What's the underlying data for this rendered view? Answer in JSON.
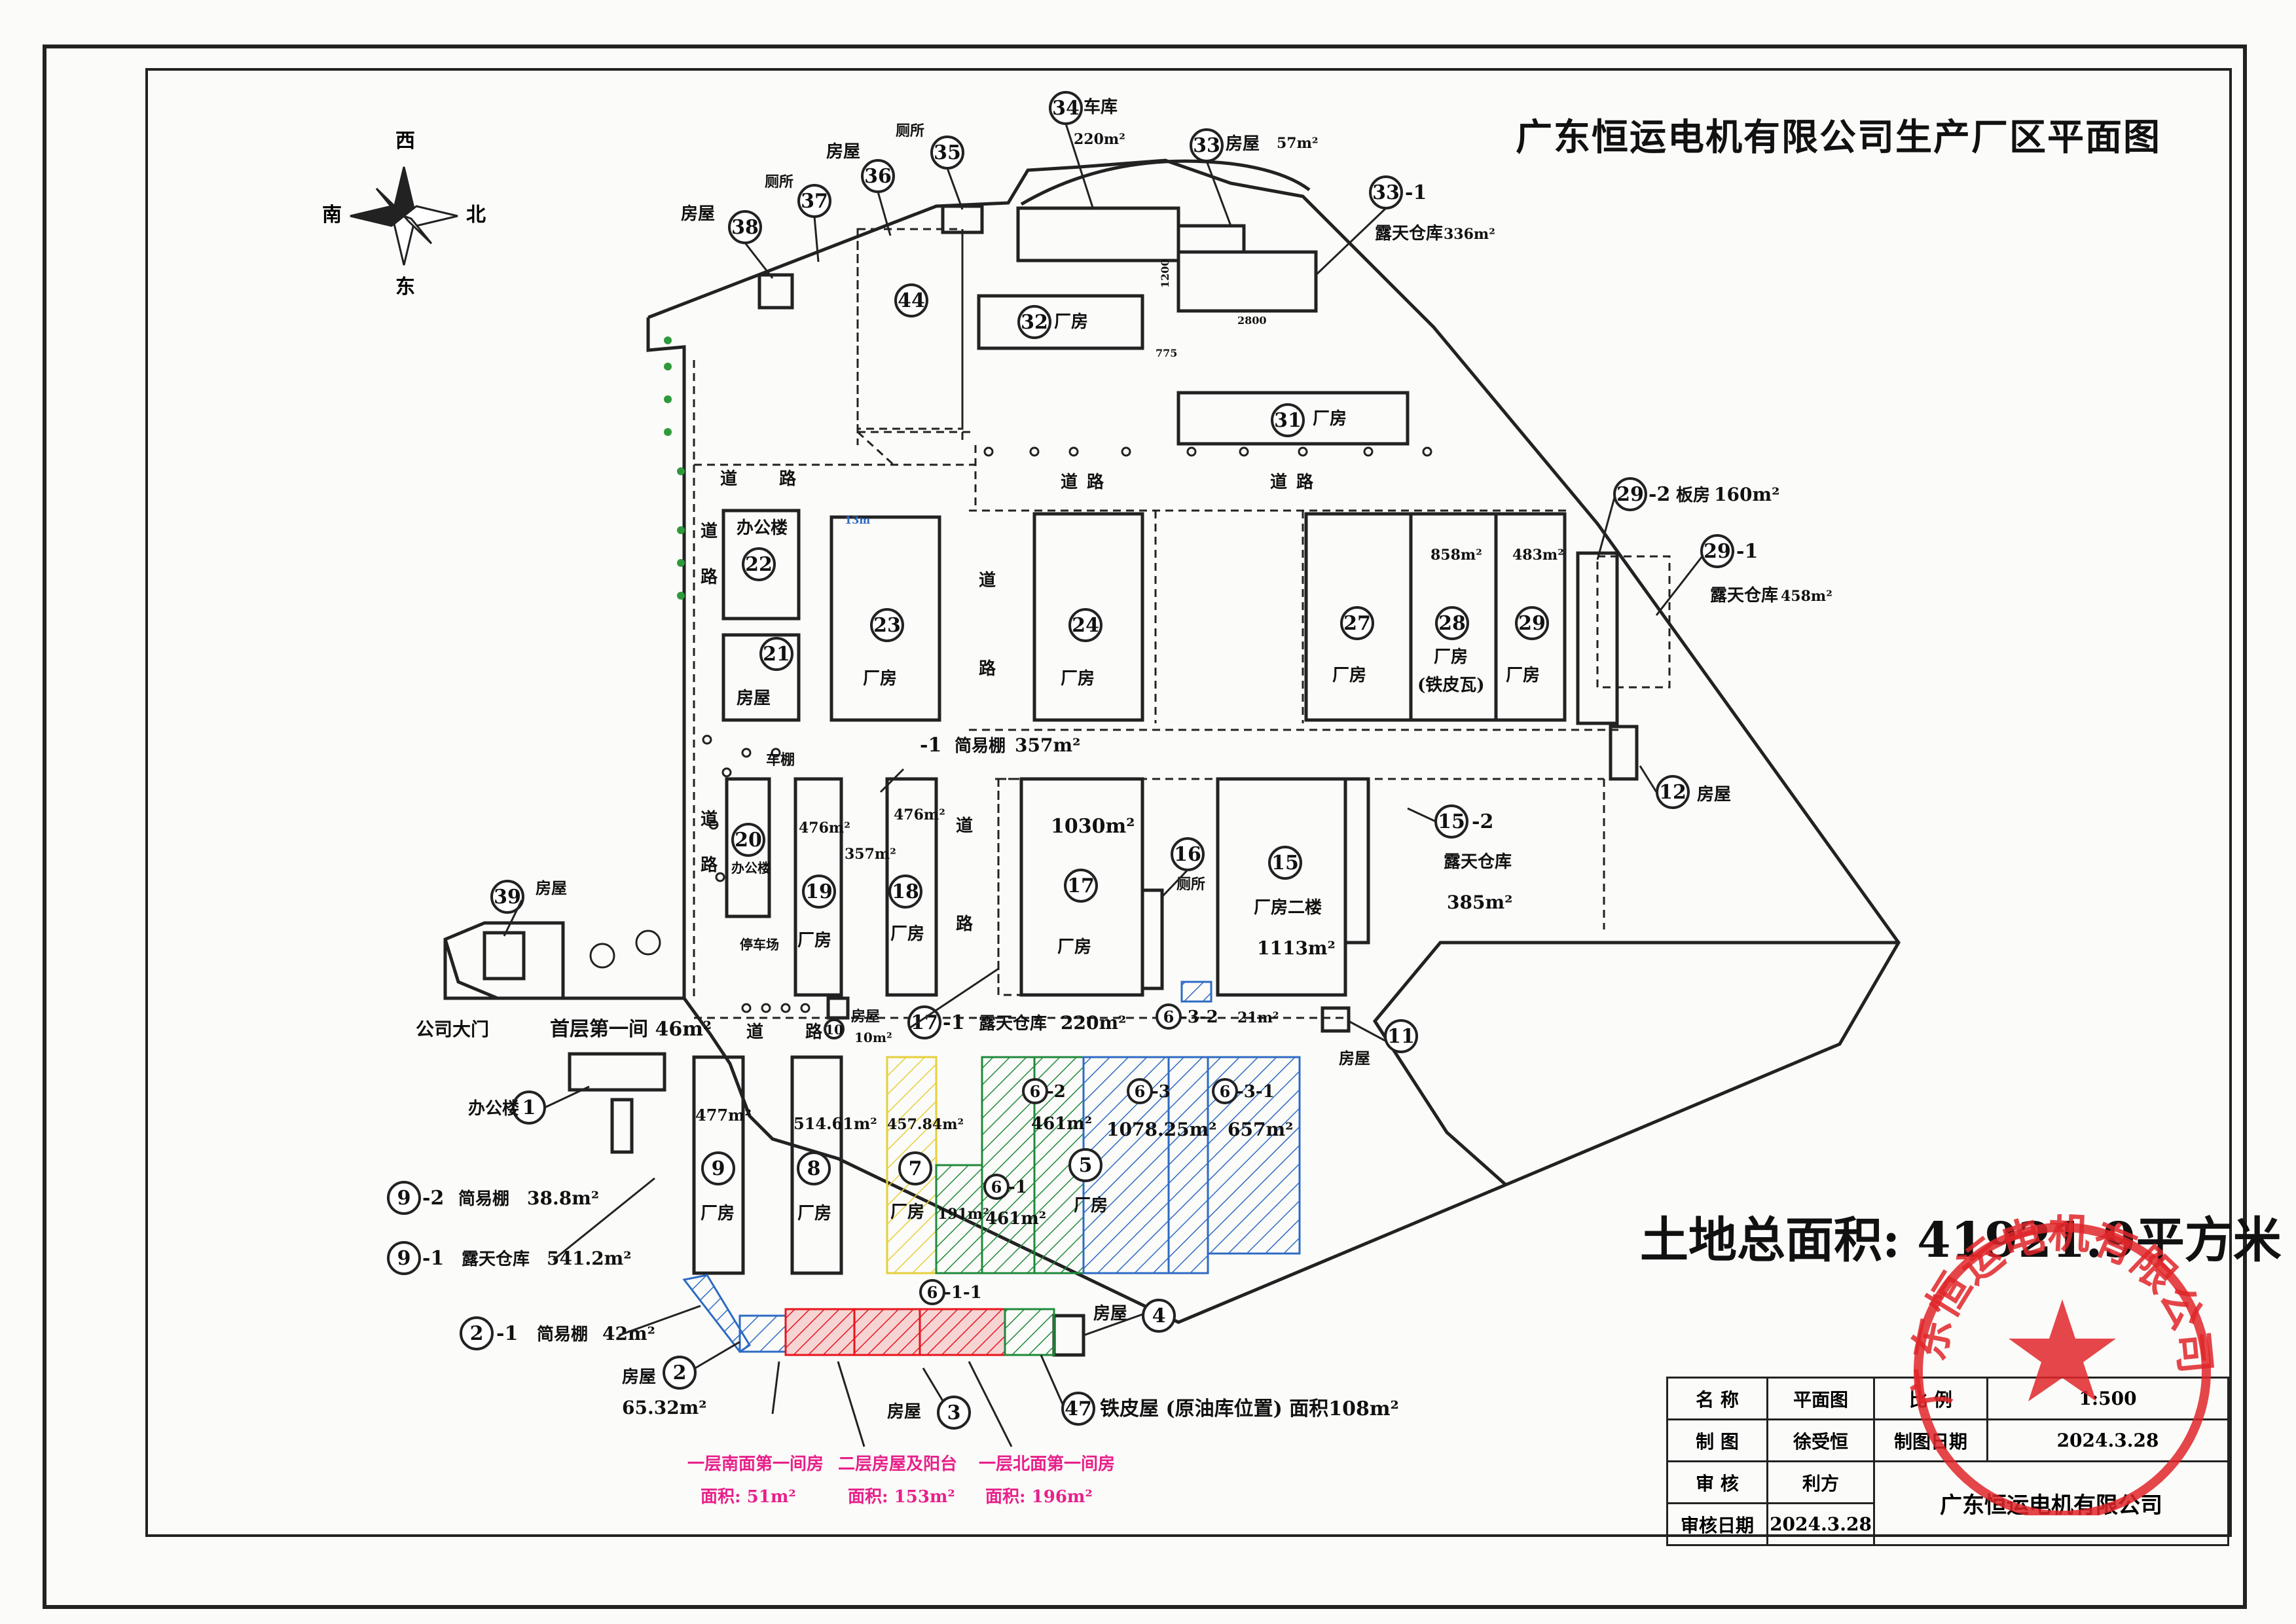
{
  "title": "广东恒运电机有限公司生产厂区平面图",
  "total_area": "土地总面积: 41921.9平方米",
  "compass": {
    "top": "西",
    "bottom": "东",
    "left": "南",
    "right": "北",
    "icon": "compass-rose-icon"
  },
  "colors": {
    "red": "#e8141c",
    "green": "#1f8a3a",
    "blue": "#2d6bc4",
    "yellow": "#e6cf3a",
    "pink": "#e8208a",
    "stamp": "#e0262a",
    "tree": "#2e9a3c"
  },
  "road_label": "道",
  "road_label2": "路",
  "buildings": {
    "b1": {
      "num": "1",
      "name": "办公楼"
    },
    "b2": {
      "num": "2",
      "name": "房屋",
      "area": "65.32m²"
    },
    "b2_1": {
      "num": "2",
      "suffix": "-1",
      "name": "简易棚",
      "area": "42m²"
    },
    "b3": {
      "num": "3",
      "name": "房屋"
    },
    "b4": {
      "num": "4",
      "name": "房屋"
    },
    "b5": {
      "num": "5",
      "name": "厂房"
    },
    "b6_1": {
      "num": "6",
      "suffix": "-1",
      "area": "461m²"
    },
    "b6_1_1": {
      "num": "6",
      "suffix": "-1-1"
    },
    "b6_2": {
      "num": "6",
      "suffix": "-2",
      "area": "461m²"
    },
    "b6_3": {
      "num": "6",
      "suffix": "-3",
      "area": "1078.25m²"
    },
    "b6_3_1": {
      "num": "6",
      "suffix": "-3-1",
      "area": "657m²"
    },
    "b6_3_2": {
      "num": "6",
      "suffix": "-3-2",
      "area": "21m²"
    },
    "b7": {
      "num": "7",
      "name": "厂房",
      "area": "457.84m²",
      "area2": "191m²"
    },
    "b8": {
      "num": "8",
      "name": "厂房",
      "area": "514.61m²"
    },
    "b9": {
      "num": "9",
      "name": "厂房",
      "area": "477m²"
    },
    "b9_1": {
      "num": "9",
      "suffix": "-1",
      "name": "露天仓库",
      "area": "541.2m²"
    },
    "b9_2": {
      "num": "9",
      "suffix": "-2",
      "name": "简易棚",
      "area": "38.8m²"
    },
    "b10": {
      "num": "10",
      "name": "房屋",
      "area": "10m²"
    },
    "b11": {
      "num": "11",
      "name": "房屋"
    },
    "b12": {
      "num": "12",
      "name": "房屋"
    },
    "b15": {
      "num": "15",
      "name": "厂房二楼",
      "area": "1113m²"
    },
    "b15_2": {
      "num": "15",
      "suffix": "-2",
      "name": "露天仓库",
      "area": "385m²"
    },
    "b16": {
      "num": "16",
      "name": "厕所"
    },
    "b17": {
      "num": "17",
      "name": "厂房",
      "area": "1030m²"
    },
    "b17_1": {
      "num": "17",
      "suffix": "-1",
      "name": "露天仓库",
      "area": "220m²"
    },
    "b18": {
      "num": "18",
      "name": "厂房",
      "area": "476m²"
    },
    "b18_1": {
      "num": "18",
      "suffix": "-1",
      "name": "简易棚",
      "area": "357m²"
    },
    "b19": {
      "num": "19",
      "name": "厂房",
      "area": "476m²",
      "area2": "357m²"
    },
    "b20": {
      "num": "20",
      "name": "办公楼"
    },
    "b21": {
      "num": "21",
      "name": "房屋"
    },
    "b22": {
      "num": "22",
      "name": "办公楼"
    },
    "b23": {
      "num": "23",
      "name": "厂房"
    },
    "b24": {
      "num": "24",
      "name": "厂房"
    },
    "b27": {
      "num": "27",
      "name": "厂房"
    },
    "b28": {
      "num": "28",
      "name": "厂房",
      "name2": "(铁皮瓦)",
      "area": "858m²"
    },
    "b29": {
      "num": "29",
      "name": "厂房",
      "area": "483m²"
    },
    "b29_1": {
      "num": "29",
      "suffix": "-1",
      "name": "露天仓库",
      "area": "458m²"
    },
    "b29_2": {
      "num": "29",
      "suffix": "-2",
      "name": "板房",
      "area": "160m²"
    },
    "b31": {
      "num": "31",
      "name": "厂房"
    },
    "b32": {
      "num": "32",
      "name": "厂房"
    },
    "b33": {
      "num": "33",
      "name": "房屋",
      "area": "57m²"
    },
    "b33_1": {
      "num": "33",
      "suffix": "-1",
      "name": "露天仓库",
      "area": "336m²"
    },
    "b34": {
      "num": "34",
      "name": "车库",
      "area": "220m²"
    },
    "b35": {
      "num": "35",
      "name": "厕所"
    },
    "b36": {
      "num": "36",
      "name": "房屋"
    },
    "b37": {
      "num": "37",
      "name": "厕所"
    },
    "b38": {
      "num": "38",
      "name": "房屋"
    },
    "b39": {
      "num": "39",
      "name": "房屋"
    },
    "b44": {
      "num": "44"
    },
    "b47": {
      "num": "47",
      "name": "铁皮屋 (原油库位置)  面积108m²"
    }
  },
  "misc_labels": {
    "gate": "公司大门",
    "first_floor_room": "首层第一间 46m²",
    "carshed": "车棚",
    "parking": "停车场",
    "dim_13m": "13m",
    "dim_2800": "2800",
    "dim_775": "775",
    "dim_1200": "1200"
  },
  "notes": [
    {
      "line1": "一层南面第一间房",
      "line2": "面积: 51m²"
    },
    {
      "line1": "二层房屋及阳台",
      "line2": "面积: 153m²"
    },
    {
      "line1": "一层北面第一间房",
      "line2": "面积: 196m²"
    }
  ],
  "title_block": {
    "r1": [
      "名  称",
      "平面图",
      "比  例",
      "1:500"
    ],
    "r2": [
      "制  图",
      "徐受恒",
      "制图日期",
      "2024.3.28"
    ],
    "r3": [
      "审  核",
      "利方"
    ],
    "r4": [
      "审核日期",
      "2024.3.28"
    ],
    "company": "广东恒运电机有限公司"
  },
  "stamp": {
    "text": "广东恒运电机有限公司",
    "icon": "star-icon"
  }
}
